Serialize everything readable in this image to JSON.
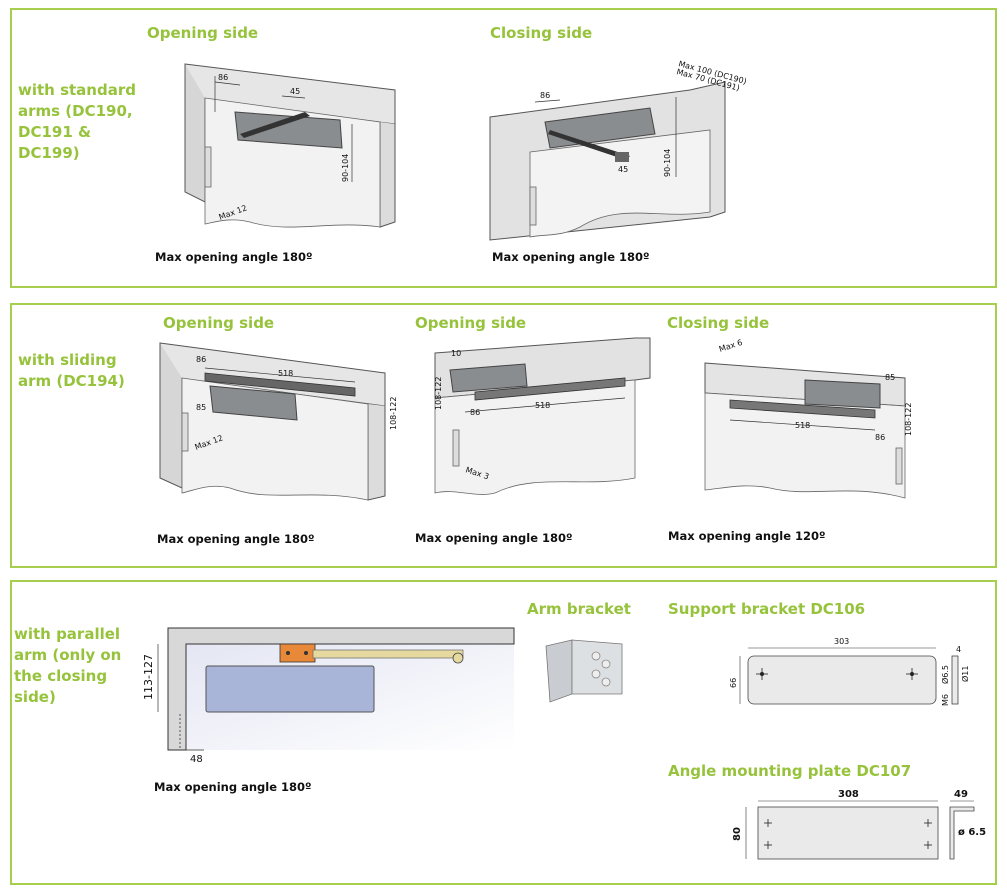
{
  "sections": [
    {
      "side_label": "with standard arms (DC190, DC191 & DC199)",
      "views": [
        {
          "title": "Opening side",
          "caption": "Max opening angle 180º",
          "dims": {
            "a": "86",
            "b": "45",
            "c": "90-104",
            "d": "Max 12"
          }
        },
        {
          "title": "Closing side",
          "caption": "Max opening angle 180º",
          "dims": {
            "a": "86",
            "b": "45",
            "c": "90-104",
            "d1": "Max 100 (DC190)",
            "d2": "Max 70 (DC191)"
          }
        }
      ]
    },
    {
      "side_label": "with sliding arm (DC194)",
      "views": [
        {
          "title": "Opening side",
          "caption": "Max opening angle 180º",
          "dims": {
            "a": "86",
            "b": "518",
            "c": "85",
            "d": "108-122",
            "e": "Max 12"
          }
        },
        {
          "title": "Opening side",
          "caption": "Max opening angle 180º",
          "dims": {
            "a": "10",
            "b": "108-122",
            "c": "86",
            "d": "518",
            "e": "Max 3"
          }
        },
        {
          "title": "Closing side",
          "caption": "Max opening angle 120º",
          "dims": {
            "a": "Max 6",
            "b": "85",
            "c": "518",
            "d": "108-122",
            "e": "86"
          }
        }
      ]
    },
    {
      "side_label": "with parallel arm (only on the closing side)",
      "caption": "Max opening angle 180º",
      "dims": {
        "a": "113-127",
        "b": "48"
      },
      "arm_bracket": {
        "title": "Arm bracket"
      },
      "support_bracket": {
        "title": "Support bracket  DC106",
        "dims": {
          "a": "303",
          "b": "66",
          "c": "4",
          "d": "Ø6.5",
          "e": "Ø11",
          "f": "M6"
        }
      },
      "angle_plate": {
        "title": "Angle mounting plate DC107",
        "dims": {
          "a": "308",
          "b": "49",
          "c": "80",
          "d": "ø 6.5"
        }
      }
    }
  ],
  "colors": {
    "border": "#a5cf4c",
    "title": "#96c33b",
    "closer": "#8a8d90",
    "arm_orange": "#e8893a",
    "closer_blue": "#a8b4d8"
  }
}
